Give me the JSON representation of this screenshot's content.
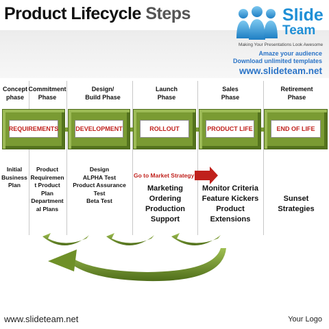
{
  "title": {
    "part1": "Product Lifecycle",
    "part2": "Steps"
  },
  "logo": {
    "line1": "Slide",
    "line2": "Team",
    "tagline": "Making Your Presentations Look Awesome"
  },
  "promo": {
    "line1": "Amaze your audience",
    "line2": "Download unlimited templates",
    "line3": "www.slideteam.net"
  },
  "phases": [
    {
      "label": "Concept\nphase"
    },
    {
      "label": "Commitment\nPhase"
    },
    {
      "label": "Design/\nBuild Phase"
    },
    {
      "label": "Launch\nPhase"
    },
    {
      "label": "Sales\nPhase"
    },
    {
      "label": "Retirement\nPhase"
    }
  ],
  "stages": [
    {
      "label": "REQUIREMENTS"
    },
    {
      "label": "DEVELOPMENT"
    },
    {
      "label": "ROLLOUT"
    },
    {
      "label": "PRODUCT LIFE"
    },
    {
      "label": "END OF LIFE"
    }
  ],
  "details": {
    "concept": "Initial\nBusiness\nPlan",
    "commitment": "Product\nRequiremen\nt Product\nPlan\nDepartment\nal Plans",
    "design": "Design\nALPHA Test\nProduct Assurance\nTest\nBeta Test",
    "go_to_market": "Go to Market Strategy",
    "launch": "Marketing\nOrdering\nProduction\nSupport",
    "sales": "Monitor Criteria\nFeature Kickers\nProduct Extensions",
    "retirement": "Sunset Strategies"
  },
  "colors": {
    "box_green": "#7a9b33",
    "stage_text": "#c0211c",
    "arrow_red": "#c0211c",
    "brand_blue": "#2b74c7"
  },
  "footer": {
    "url": "www.slideteam.net",
    "logo": "Your Logo"
  }
}
